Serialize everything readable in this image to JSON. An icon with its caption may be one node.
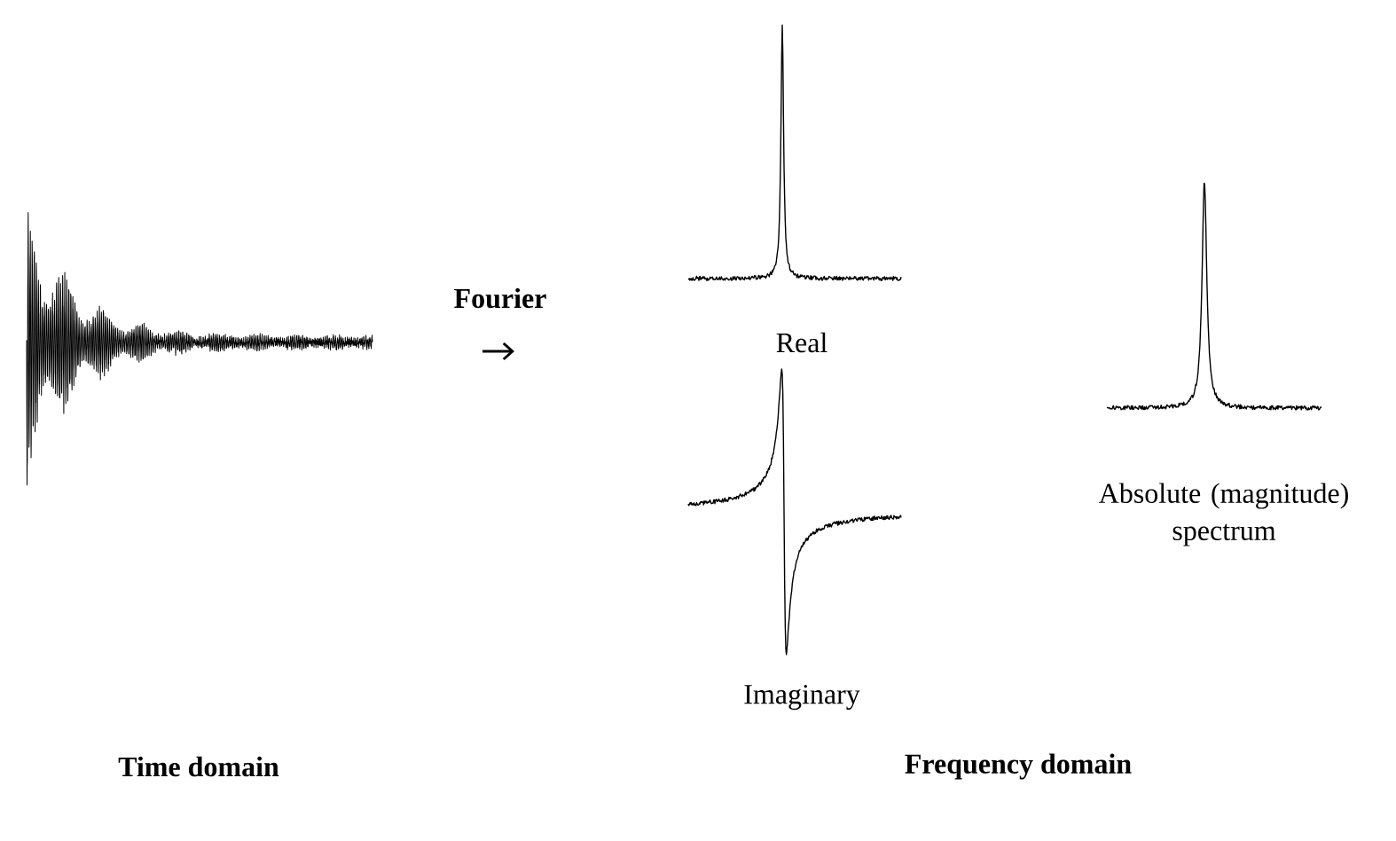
{
  "diagram": {
    "nodes": [
      {
        "text": [],
        "shape": "picture"
      },
      {
        "text": [],
        "shape": "picture"
      },
      {
        "text": [],
        "shape": "picture",
        "beside": [
          "Imaginary"
        ]
      },
      {
        "text": [],
        "shape": "picture",
        "beside": [
          "Absolute (magnitude) spectrum"
        ]
      }
    ],
    "labels": [
      "Fourier",
      "Real",
      "Time domain",
      "Frequency domain"
    ]
  }
}
